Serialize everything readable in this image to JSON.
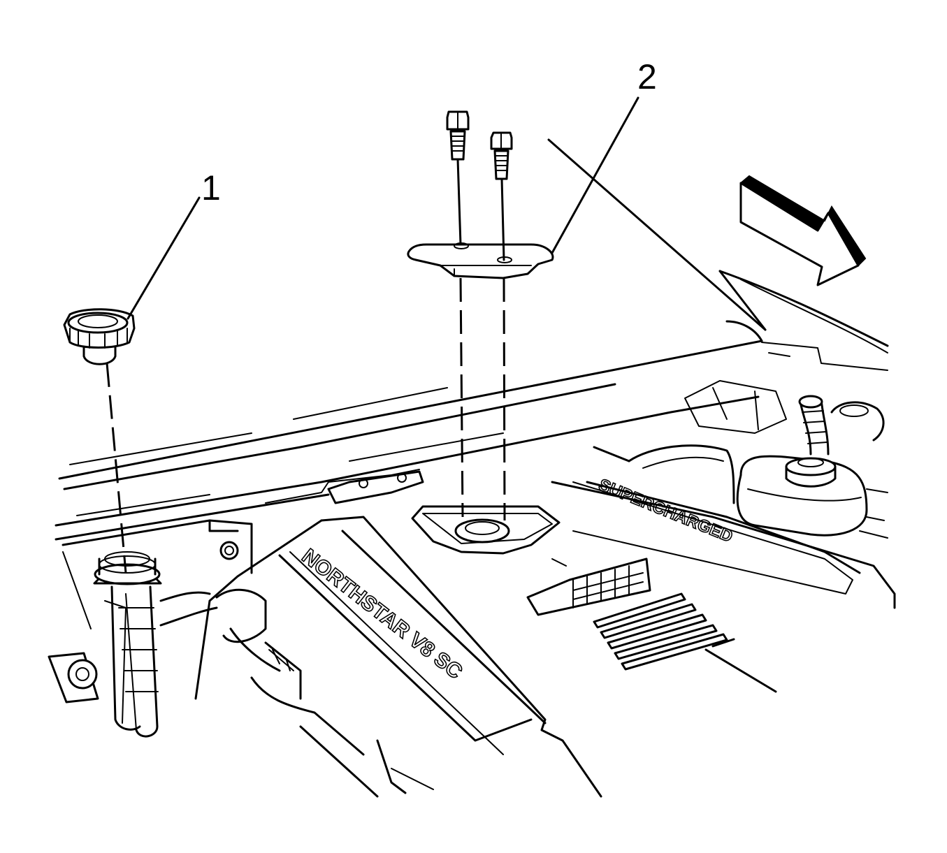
{
  "callouts": [
    {
      "number": "1",
      "part": "cap"
    },
    {
      "number": "2",
      "part": "bracket"
    }
  ],
  "cover_text": {
    "left": "NORTHSTAR V8 SC",
    "right": "SUPERCHARGED"
  },
  "colors": {
    "line": "#000000",
    "background": "#ffffff"
  },
  "icons": [
    "direction-arrow-icon"
  ]
}
